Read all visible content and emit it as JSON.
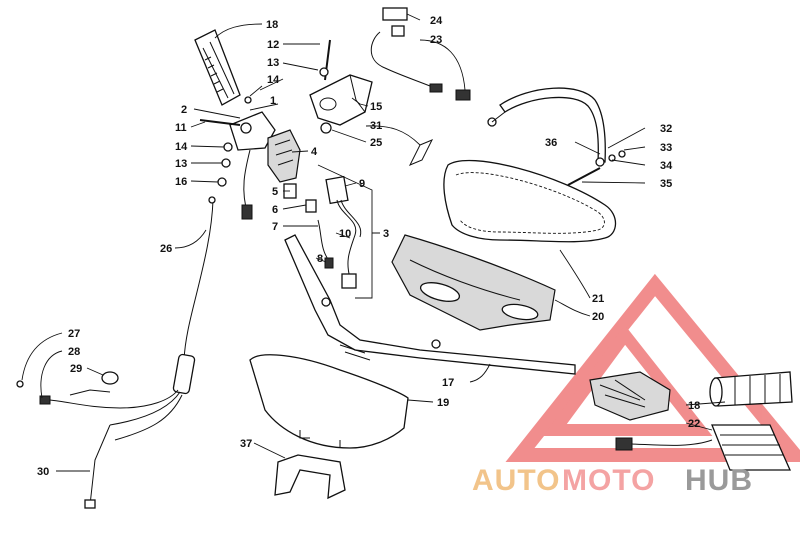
{
  "diagram": {
    "callouts": [
      "1",
      "2",
      "3",
      "4",
      "5",
      "6",
      "7",
      "8",
      "9",
      "10",
      "11",
      "12",
      "13",
      "13",
      "14",
      "14",
      "15",
      "16",
      "17",
      "18",
      "18",
      "19",
      "20",
      "21",
      "22",
      "23",
      "24",
      "25",
      "26",
      "27",
      "28",
      "29",
      "30",
      "31",
      "32",
      "33",
      "34",
      "35",
      "36",
      "37"
    ]
  },
  "watermark": {
    "part1": "AUTO",
    "part2": "MOTO",
    "part3": "HUB",
    "colors": {
      "auto": "#f2c48a",
      "moto": "#f4a3a3",
      "hub": "#9a9a9a",
      "triangle": "#ef6b6b"
    }
  }
}
